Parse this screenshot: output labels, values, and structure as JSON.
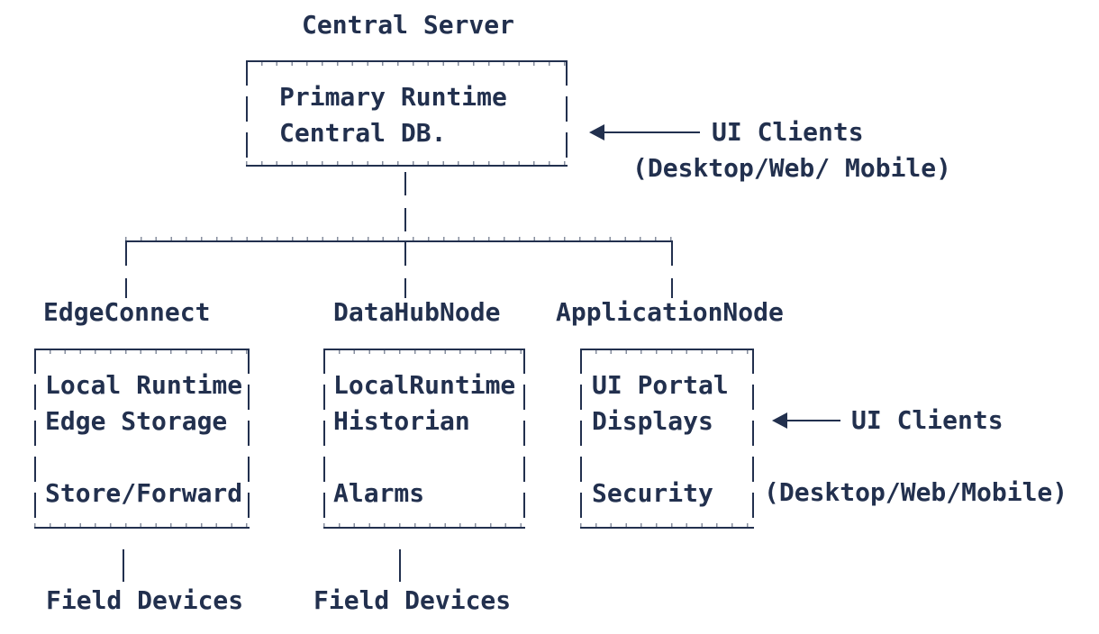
{
  "colors": {
    "background": "#ffffff",
    "ink": "#22304e"
  },
  "diagram": {
    "central": {
      "title": "Central Server",
      "lines": [
        "Primary Runtime",
        "Central DB."
      ]
    },
    "annotations": {
      "top": {
        "label": "UI Clients",
        "detail": "(Desktop/Web/ Mobile)"
      },
      "right": {
        "label": "UI Clients",
        "detail": "(Desktop/Web/Mobile)"
      }
    },
    "nodes": [
      {
        "title": "EdgeConnect",
        "lines": [
          "Local Runtime",
          "Edge Storage",
          "Store/Forward"
        ]
      },
      {
        "title": "DataHubNode",
        "lines": [
          "LocalRuntime",
          "Historian",
          "Alarms"
        ]
      },
      {
        "title": "ApplicationNode",
        "lines": [
          "UI Portal",
          "Displays",
          "Security"
        ]
      }
    ],
    "field_devices": {
      "labels": [
        "Field Devices",
        "Field Devices"
      ]
    }
  }
}
